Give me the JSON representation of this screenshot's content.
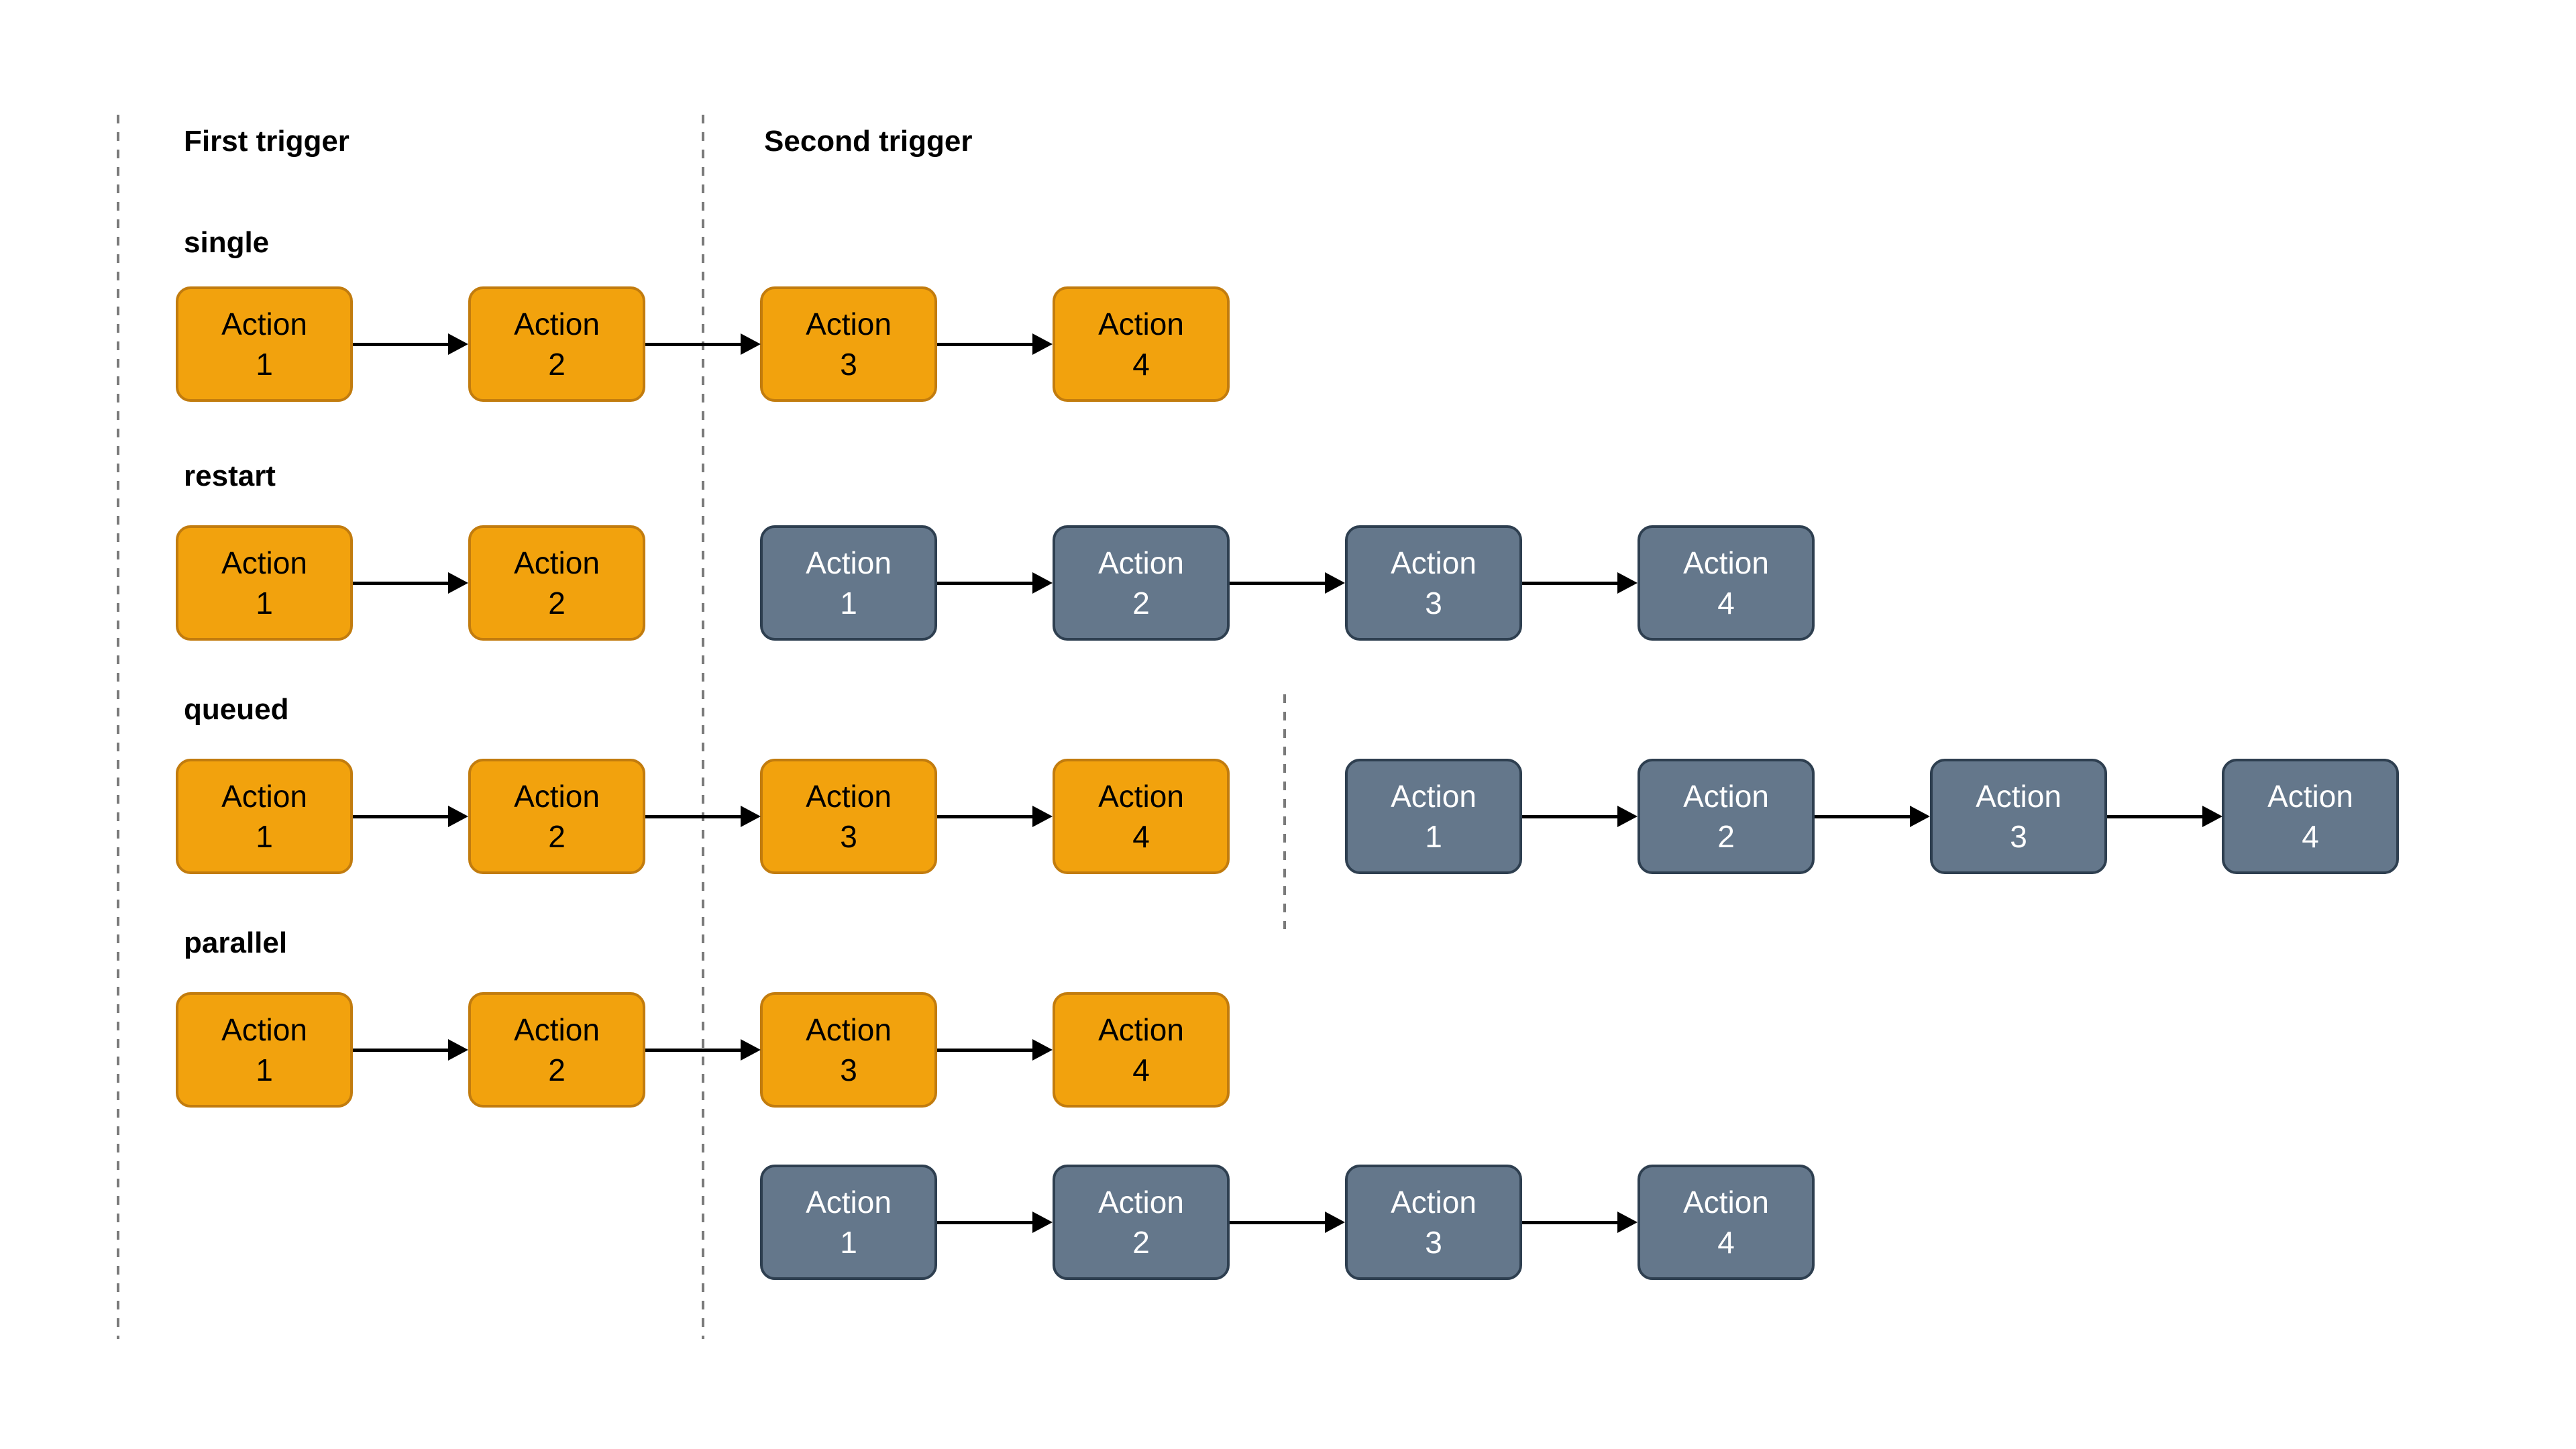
{
  "diagram": {
    "headers": [
      {
        "label": "First trigger"
      },
      {
        "label": "Second trigger"
      }
    ],
    "modes": [
      {
        "name": "single",
        "chains": [
          {
            "style": "orange",
            "boxes": [
              {
                "line1": "Action",
                "line2": "1"
              },
              {
                "line1": "Action",
                "line2": "2"
              },
              {
                "line1": "Action",
                "line2": "3"
              },
              {
                "line1": "Action",
                "line2": "4"
              }
            ]
          }
        ]
      },
      {
        "name": "restart",
        "chains": [
          {
            "style": "orange",
            "boxes": [
              {
                "line1": "Action",
                "line2": "1"
              },
              {
                "line1": "Action",
                "line2": "2"
              }
            ]
          },
          {
            "style": "gray",
            "boxes": [
              {
                "line1": "Action",
                "line2": "1"
              },
              {
                "line1": "Action",
                "line2": "2"
              },
              {
                "line1": "Action",
                "line2": "3"
              },
              {
                "line1": "Action",
                "line2": "4"
              }
            ]
          }
        ]
      },
      {
        "name": "queued",
        "chains": [
          {
            "style": "orange",
            "boxes": [
              {
                "line1": "Action",
                "line2": "1"
              },
              {
                "line1": "Action",
                "line2": "2"
              },
              {
                "line1": "Action",
                "line2": "3"
              },
              {
                "line1": "Action",
                "line2": "4"
              }
            ]
          },
          {
            "style": "gray",
            "boxes": [
              {
                "line1": "Action",
                "line2": "1"
              },
              {
                "line1": "Action",
                "line2": "2"
              },
              {
                "line1": "Action",
                "line2": "3"
              },
              {
                "line1": "Action",
                "line2": "4"
              }
            ]
          }
        ]
      },
      {
        "name": "parallel",
        "chains": [
          {
            "style": "orange",
            "boxes": [
              {
                "line1": "Action",
                "line2": "1"
              },
              {
                "line1": "Action",
                "line2": "2"
              },
              {
                "line1": "Action",
                "line2": "3"
              },
              {
                "line1": "Action",
                "line2": "4"
              }
            ]
          },
          {
            "style": "gray",
            "boxes": [
              {
                "line1": "Action",
                "line2": "1"
              },
              {
                "line1": "Action",
                "line2": "2"
              },
              {
                "line1": "Action",
                "line2": "3"
              },
              {
                "line1": "Action",
                "line2": "4"
              }
            ]
          }
        ]
      }
    ],
    "colors": {
      "background": "#ffffff",
      "action_first_fill": "#f2a20d",
      "action_first_border": "#c27c0e",
      "action_second_fill": "#64778b",
      "action_second_border": "#2e3f50",
      "arrow": "#000000",
      "divider": "#7a7a7a",
      "text_dark": "#000000",
      "text_light": "#ffffff"
    }
  }
}
